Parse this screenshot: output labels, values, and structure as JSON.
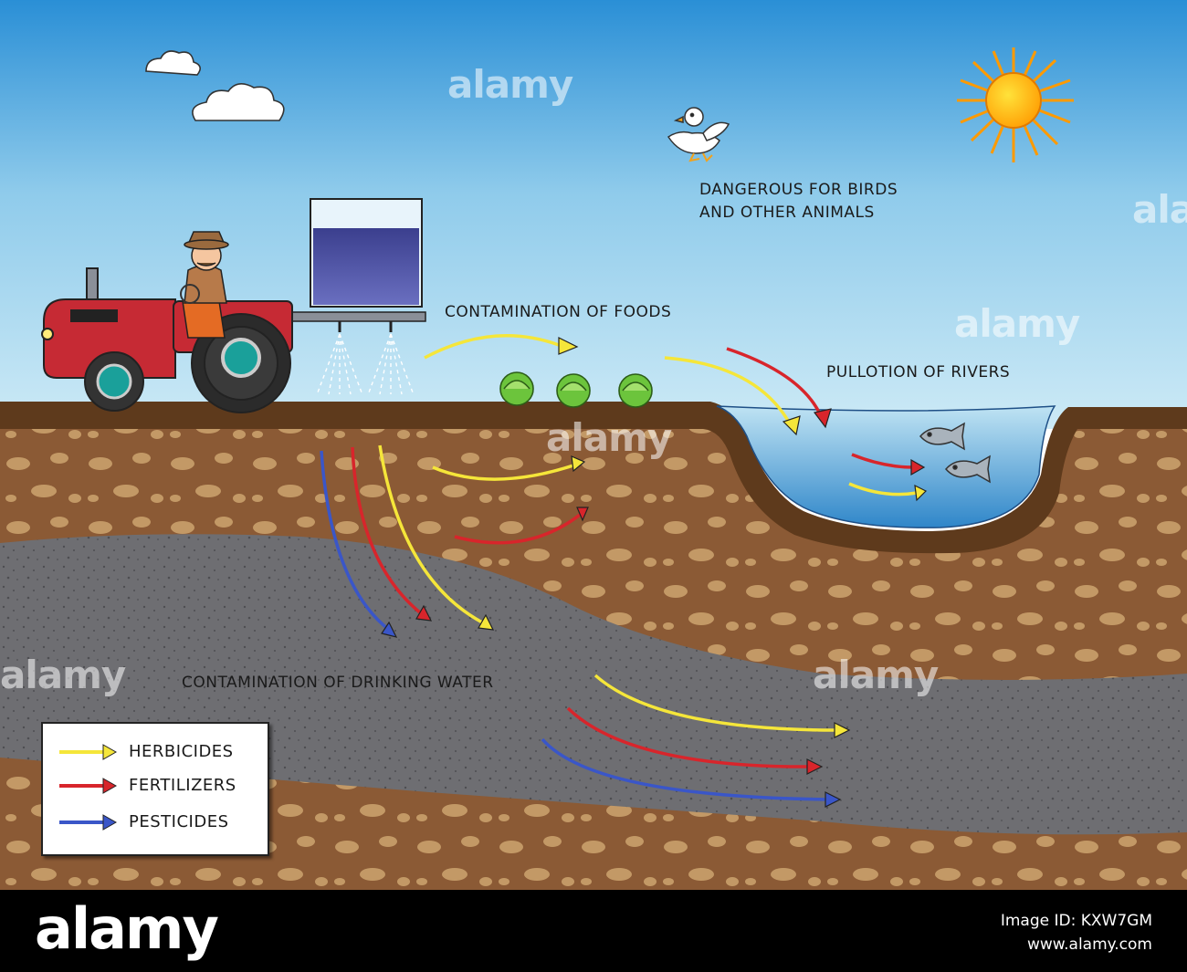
{
  "labels": {
    "birds_line1": "DANGEROUS FOR BIRDS",
    "birds_line2": "AND OTHER ANIMALS",
    "foods": "CONTAMINATION OF FOODS",
    "rivers": "PULLOTION OF RIVERS",
    "drinking_water": "CONTAMINATION OF DRINKING WATER"
  },
  "legend": [
    {
      "label": "HERBICIDES",
      "color": "#f5e63a"
    },
    {
      "label": "FERTILIZERS",
      "color": "#d8252b"
    },
    {
      "label": "PESTICIDES",
      "color": "#3a56c8"
    }
  ],
  "watermark": {
    "text": "alamy",
    "image_id": "Image ID: KXW7GM",
    "url": "www.alamy.com"
  },
  "colors": {
    "sky_top": "#2a8fd6",
    "sky_bottom": "#c6e6f5",
    "soil": "#8b5a35",
    "topsoil": "#5e3a1c",
    "aquifer": "#6e6e72",
    "water": "#4fa3d6",
    "tractor": "#c62a34",
    "sun": "#ffb000"
  }
}
